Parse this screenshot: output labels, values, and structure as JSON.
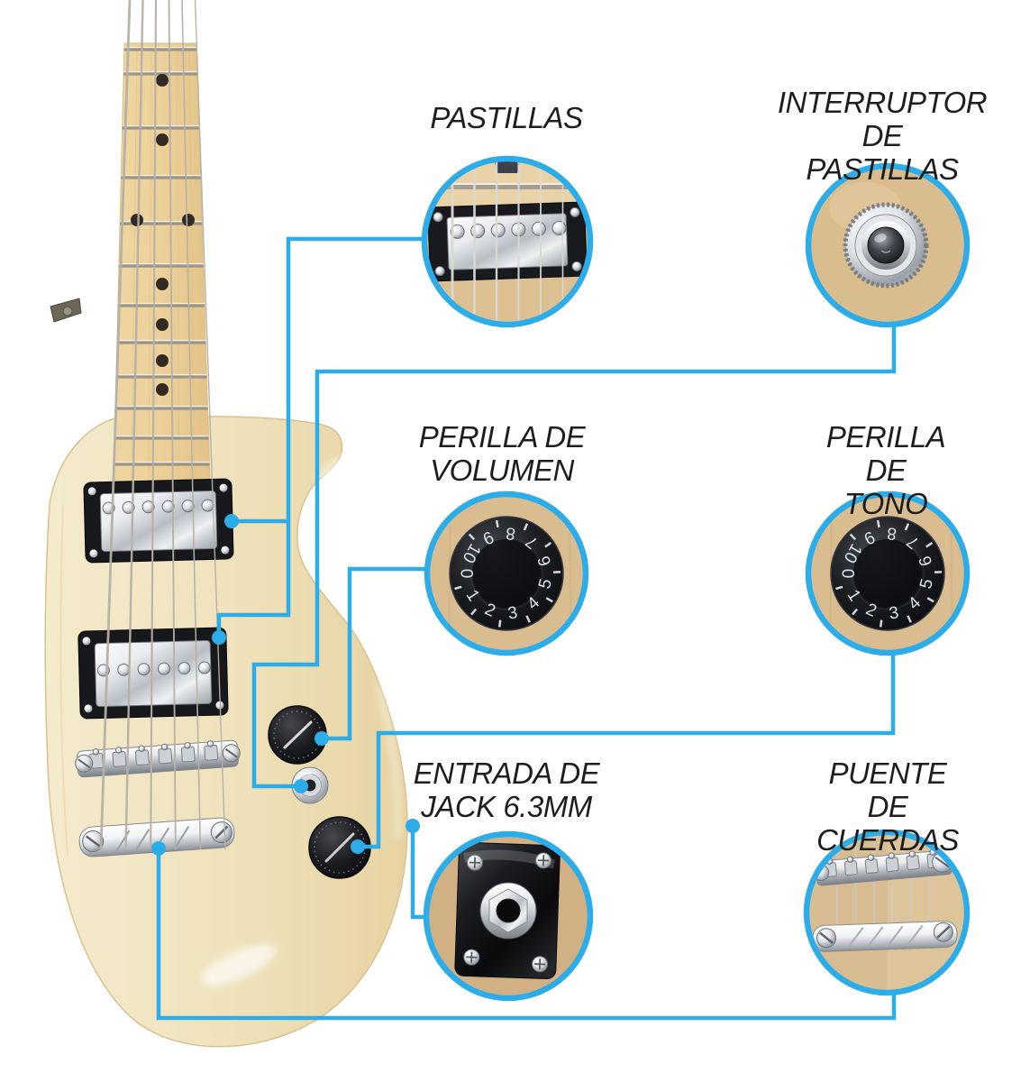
{
  "colors": {
    "accent": "#2cace8",
    "label_text": "#1e1e1e"
  },
  "labels": {
    "pastillas": "PASTILLAS",
    "interruptor": "INTERRUPTOR DE\nPASTILLAS",
    "volumen": "PERILLA DE\nVOLUMEN",
    "tono": "PERILLA DE\nTONO",
    "jack": "ENTRADA DE\nJACK 6.3MM",
    "puente": "PUENTE DE\nCUERDAS"
  },
  "knob_dial_numbers": [
    "0",
    "1",
    "2",
    "3",
    "4",
    "5",
    "6",
    "7",
    "8",
    "9",
    "10"
  ]
}
